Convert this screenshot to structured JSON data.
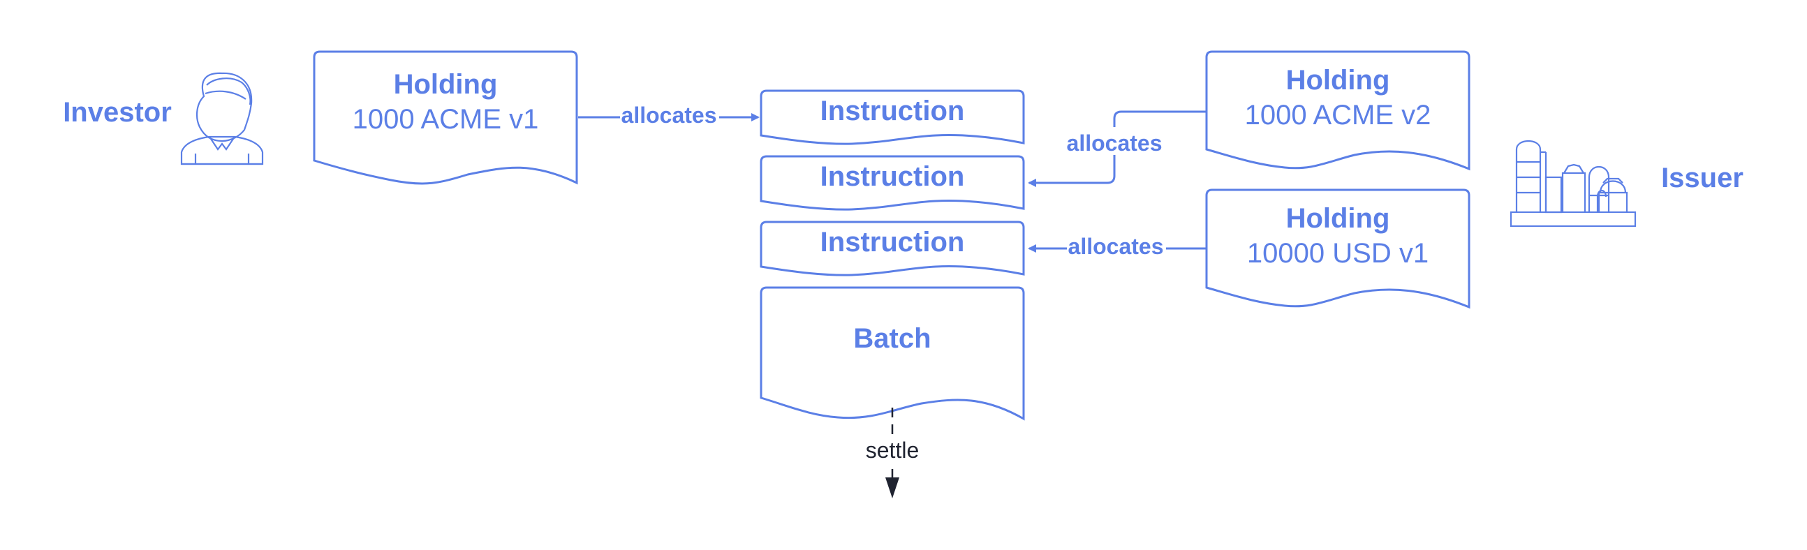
{
  "colors": {
    "primary": "#5b7fe6",
    "dark": "#1f2330"
  },
  "actors": {
    "investor": {
      "label": "Investor",
      "icon": "person-icon"
    },
    "issuer": {
      "label": "Issuer",
      "icon": "factory-icon"
    }
  },
  "holdings": {
    "investor_acme": {
      "title": "Holding",
      "value": "1000 ACME v1"
    },
    "issuer_acme": {
      "title": "Holding",
      "value": "1000 ACME v2"
    },
    "issuer_usd": {
      "title": "Holding",
      "value": "10000 USD v1"
    }
  },
  "instructions": [
    {
      "label": "Instruction"
    },
    {
      "label": "Instruction"
    },
    {
      "label": "Instruction"
    }
  ],
  "batch": {
    "label": "Batch"
  },
  "edges": {
    "investor_allocates": "allocates",
    "issuer_acme_allocates": "allocates",
    "issuer_usd_allocates": "allocates",
    "settle": "settle"
  }
}
